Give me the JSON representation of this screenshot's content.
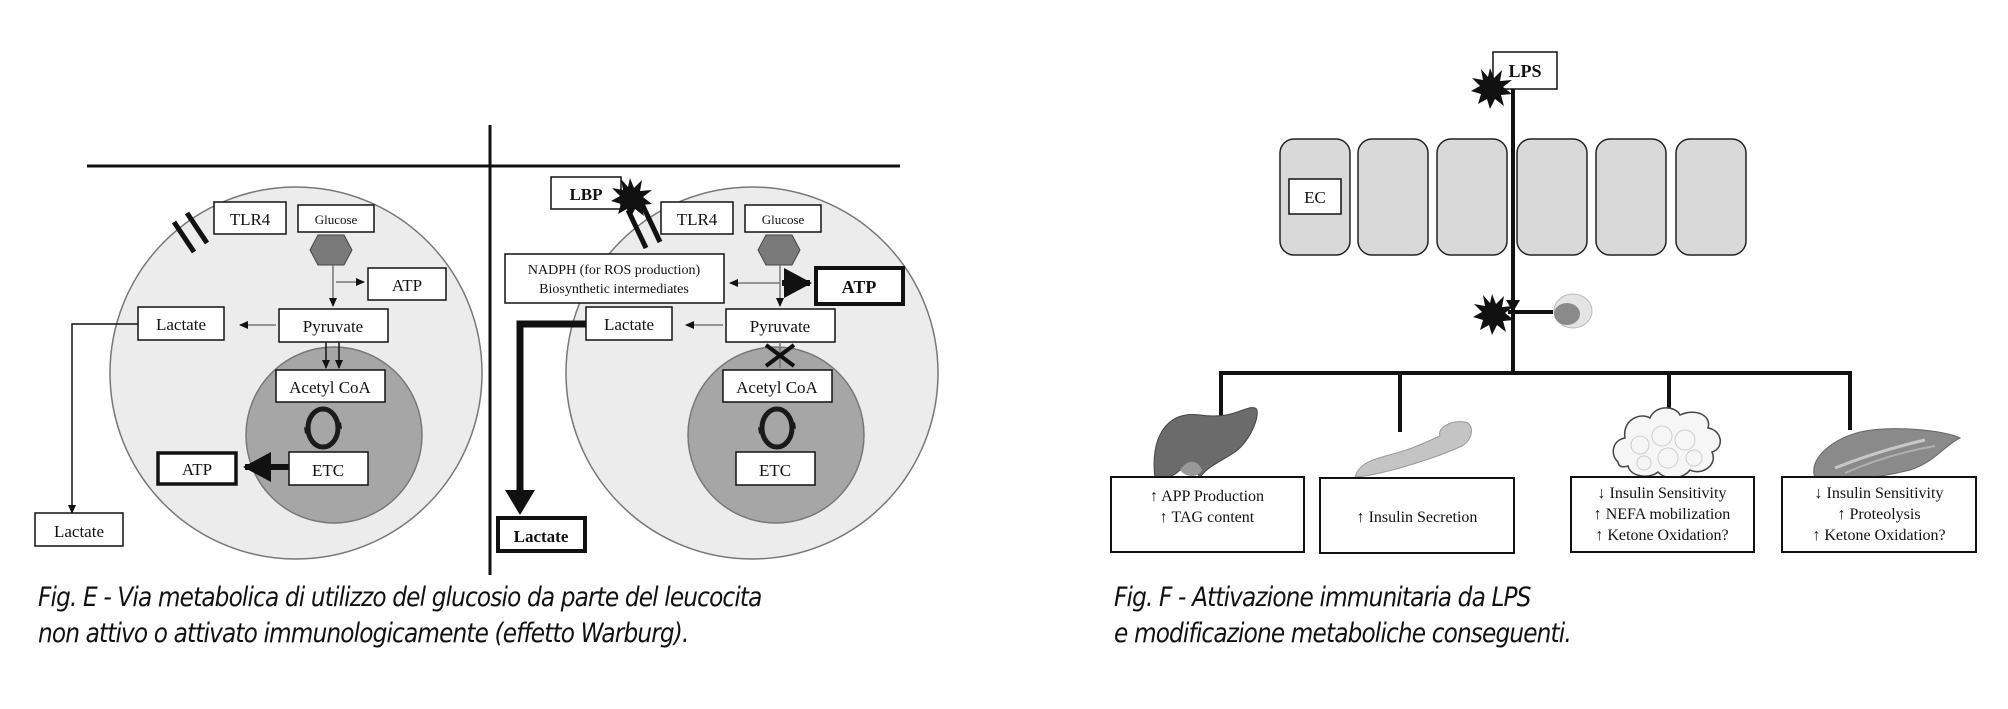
{
  "figure_e": {
    "resting_cell": {
      "receptor": "TLR4",
      "glucose": "Glucose",
      "atp_glycolysis": "ATP",
      "pyruvate": "Pyruvate",
      "lactate_inside": "Lactate",
      "acetyl_coa": "Acetyl CoA",
      "etc": "ETC",
      "atp_oxphos": "ATP",
      "lactate_outside": "Lactate"
    },
    "activated_cell": {
      "lbp": "LBP",
      "receptor": "TLR4",
      "glucose": "Glucose",
      "nadph_line1": "NADPH (for ROS production)",
      "nadph_line2": "Biosynthetic intermediates",
      "atp": "ATP",
      "pyruvate": "Pyruvate",
      "lactate_inside": "Lactate",
      "acetyl_coa": "Acetyl CoA",
      "etc": "ETC",
      "lactate_outside": "Lactate"
    },
    "caption_line1": "Fig. E - Via metabolica di utilizzo del glucosio da parte del leucocita",
    "caption_line2": "non attivo o attivato immunologicamente (effetto Warburg)."
  },
  "figure_f": {
    "lps": "LPS",
    "ec": "EC",
    "organs": [
      {
        "name": "liver",
        "lines": [
          "↑ APP Production",
          "↑ TAG content"
        ]
      },
      {
        "name": "pancreas",
        "lines": [
          "↑ Insulin Secretion"
        ]
      },
      {
        "name": "adipose",
        "lines": [
          "↓ Insulin Sensitivity",
          "↑ NEFA mobilization",
          "↑ Ketone Oxidation?"
        ]
      },
      {
        "name": "muscle",
        "lines": [
          "↓ Insulin Sensitivity",
          "↑ Proteolysis",
          "↑ Ketone Oxidation?"
        ]
      }
    ],
    "caption_line1": "Fig. F - Attivazione immunitaria da LPS",
    "caption_line2": "e modificazione metaboliche conseguenti."
  },
  "colors": {
    "cell_fill": "#ececec",
    "mito_fill": "#a6a6a6",
    "hexagon": "#7a7a7a",
    "ec_fill": "#d9d9d9",
    "liver": "#6b6b6b",
    "pancreas": "#c4c4c4"
  }
}
